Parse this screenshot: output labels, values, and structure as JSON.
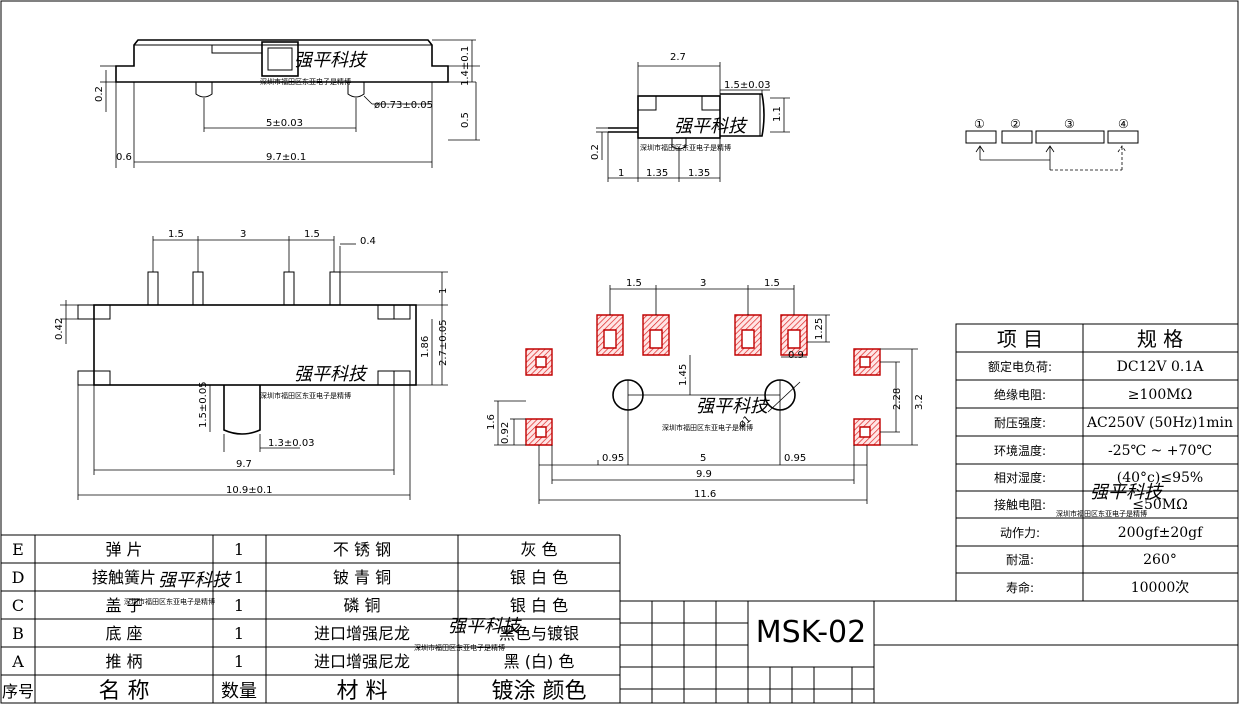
{
  "part_number": "MSK-02",
  "top_view": {
    "dims": [
      "1.4±0.1",
      "0.2",
      "0.5",
      "ø0.73±0.05",
      "5±0.03",
      "0.6",
      "9.7±0.1"
    ]
  },
  "side_view": {
    "dims": [
      "2.7",
      "1.5±0.03",
      "1.1",
      "0.2",
      "1",
      "1.35",
      "1.35"
    ]
  },
  "front_view": {
    "dims": [
      "1.5",
      "3",
      "1.5",
      "0.4",
      "1",
      "0.42",
      "1.86",
      "2.7±0.05",
      "1.5±0.05",
      "1.3±0.03",
      "9.7",
      "10.9±0.1"
    ]
  },
  "pcb_layout": {
    "dims": [
      "1.5",
      "3",
      "1.5",
      "1.25",
      "0.9",
      "1.45",
      "2.28",
      "3.2",
      "ø1",
      "1.6",
      "0.92",
      "0.95",
      "5",
      "0.95",
      "9.9",
      "11.6"
    ]
  },
  "circuit": {
    "pins": [
      "①",
      "②",
      "③",
      "④"
    ]
  },
  "watermark": {
    "brand": "强平科技",
    "tagline": "深圳市福田区东亚电子是精博"
  },
  "spec_table": {
    "header": [
      "项 目",
      "规 格"
    ],
    "rows": [
      [
        "额定电负荷:",
        "DC12V 0.1A"
      ],
      [
        "绝缘电阻:",
        "≥100MΩ"
      ],
      [
        "耐压强度:",
        "AC250V (50Hz)1min"
      ],
      [
        "环境温度:",
        "-25℃ ~ +70℃"
      ],
      [
        "相对湿度:",
        "(40°c)≤95%"
      ],
      [
        "接触电阻:",
        "≤50MΩ"
      ],
      [
        "动作力:",
        "200gf±20gf"
      ],
      [
        "耐温:",
        "260°"
      ],
      [
        "寿命:",
        "10000次"
      ]
    ]
  },
  "bom": {
    "header": [
      "序号",
      "名 称",
      "数量",
      "材 料",
      "镀涂 颜色"
    ],
    "rows": [
      [
        "E",
        "弹 片",
        "1",
        "不 锈 钢",
        "灰 色"
      ],
      [
        "D",
        "接触簧片",
        "1",
        "铍 青 铜",
        "银 白 色"
      ],
      [
        "C",
        "盖 子",
        "1",
        "磷 铜",
        "银 白 色"
      ],
      [
        "B",
        "底 座",
        "1",
        "进口增强尼龙",
        "黑色与镀银"
      ],
      [
        "A",
        "推 柄",
        "1",
        "进口增强尼龙",
        "黑 (白) 色"
      ]
    ]
  },
  "colors": {
    "pad": "#c00000",
    "ink": "#000000",
    "watermark": "#b8b8b8"
  }
}
